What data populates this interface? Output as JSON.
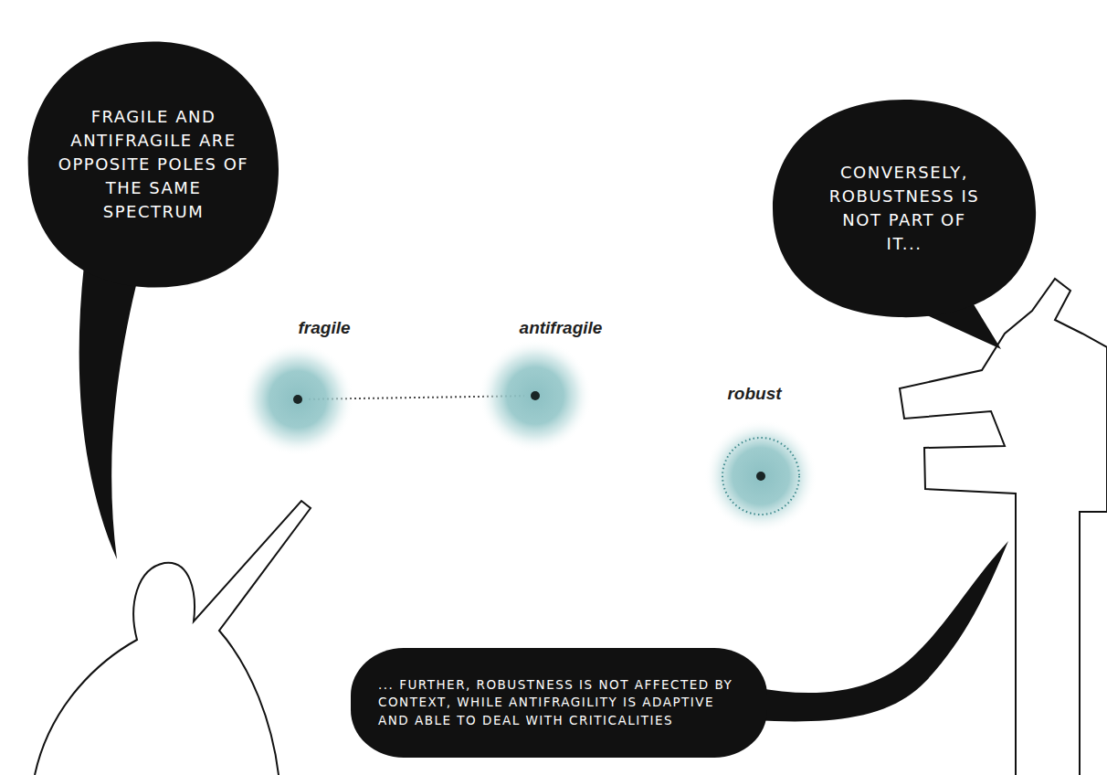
{
  "diagram": {
    "nodes": [
      {
        "text": [
          "FRAGILE AND ANTIFRAGILE ARE OPPOSITE POLES OF THE SAME SPECTRUM"
        ]
      },
      {
        "text": [
          "CONVERSELY, ROBUSTNESS IS NOT PART OF IT..."
        ]
      },
      {
        "text": [
          "fragile"
        ]
      },
      {
        "text": [
          "antifragile"
        ]
      },
      {
        "text": [
          "robust"
        ]
      },
      {
        "text": [
          "... FURTHER, ROBUSTNESS IS NOT AFFECTED BY CONTEXT, WHILE ANTIFRAGILITY IS ADAPTIVE AND ABLE TO DEAL WITH CRITICALITIES"
        ]
      }
    ],
    "edges": [
      {
        "from": 2,
        "to": 3,
        "arrow": "none"
      }
    ]
  }
}
